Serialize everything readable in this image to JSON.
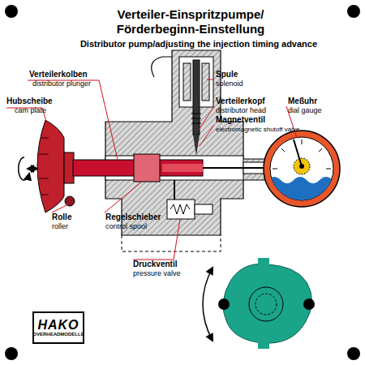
{
  "diagram": {
    "title": "Verteiler-Einspritzpumpe/ Förderbeginn-Einstellung",
    "nodes": [
      {
        "text": [
          "HAKO",
          "OVERHEADMODELLE"
        ]
      }
    ],
    "labels": [
      "Distributor pump/adjusting the injection timing advance",
      "Verteilerkolben",
      "distributor plunger",
      "Hubscheibe",
      "cam plate",
      "Spule",
      "solenoid",
      "Verteilerkopf",
      "distributor head",
      "Magnetventil",
      "electromagnetic shutoff valve",
      "Meßuhr",
      "dial gauge",
      "Rolle",
      "roller",
      "Regelschieber",
      "control spool",
      "Druckventil",
      "pressure valve"
    ]
  }
}
